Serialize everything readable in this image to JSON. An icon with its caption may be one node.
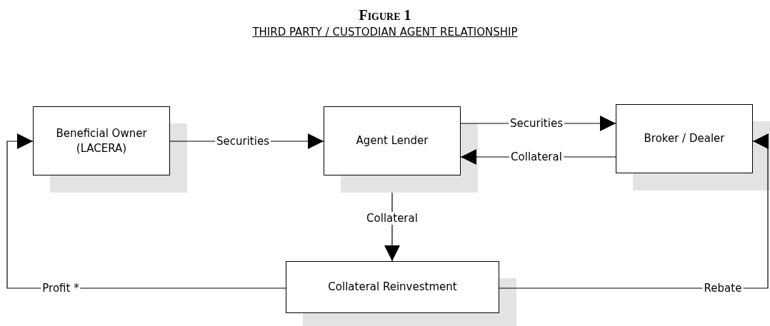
{
  "diagram": {
    "title": "Figure 1",
    "caption": "THIRD PARTY / CUSTODIAN AGENT RELATIONSHIP",
    "nodes": [
      {
        "text": [
          "Beneficial Owner (LACERA)"
        ]
      },
      {
        "text": [
          "Agent Lender"
        ]
      },
      {
        "text": [
          "Broker / Dealer"
        ]
      },
      {
        "text": [
          "Collateral Reinvestment"
        ]
      }
    ],
    "edges": [
      {
        "from": 0,
        "to": 1,
        "arrow": "to",
        "label": "Securities"
      },
      {
        "from": 1,
        "to": 2,
        "arrow": "to",
        "label": "Securities"
      },
      {
        "from": 2,
        "to": 1,
        "arrow": "to",
        "label": "Collateral"
      },
      {
        "from": 1,
        "to": 3,
        "arrow": "to",
        "label": "Collateral"
      },
      {
        "from": 3,
        "to": 0,
        "arrow": "to",
        "label": "Profit *"
      },
      {
        "from": 3,
        "to": 2,
        "arrow": "to",
        "label": "Rebate"
      }
    ]
  }
}
